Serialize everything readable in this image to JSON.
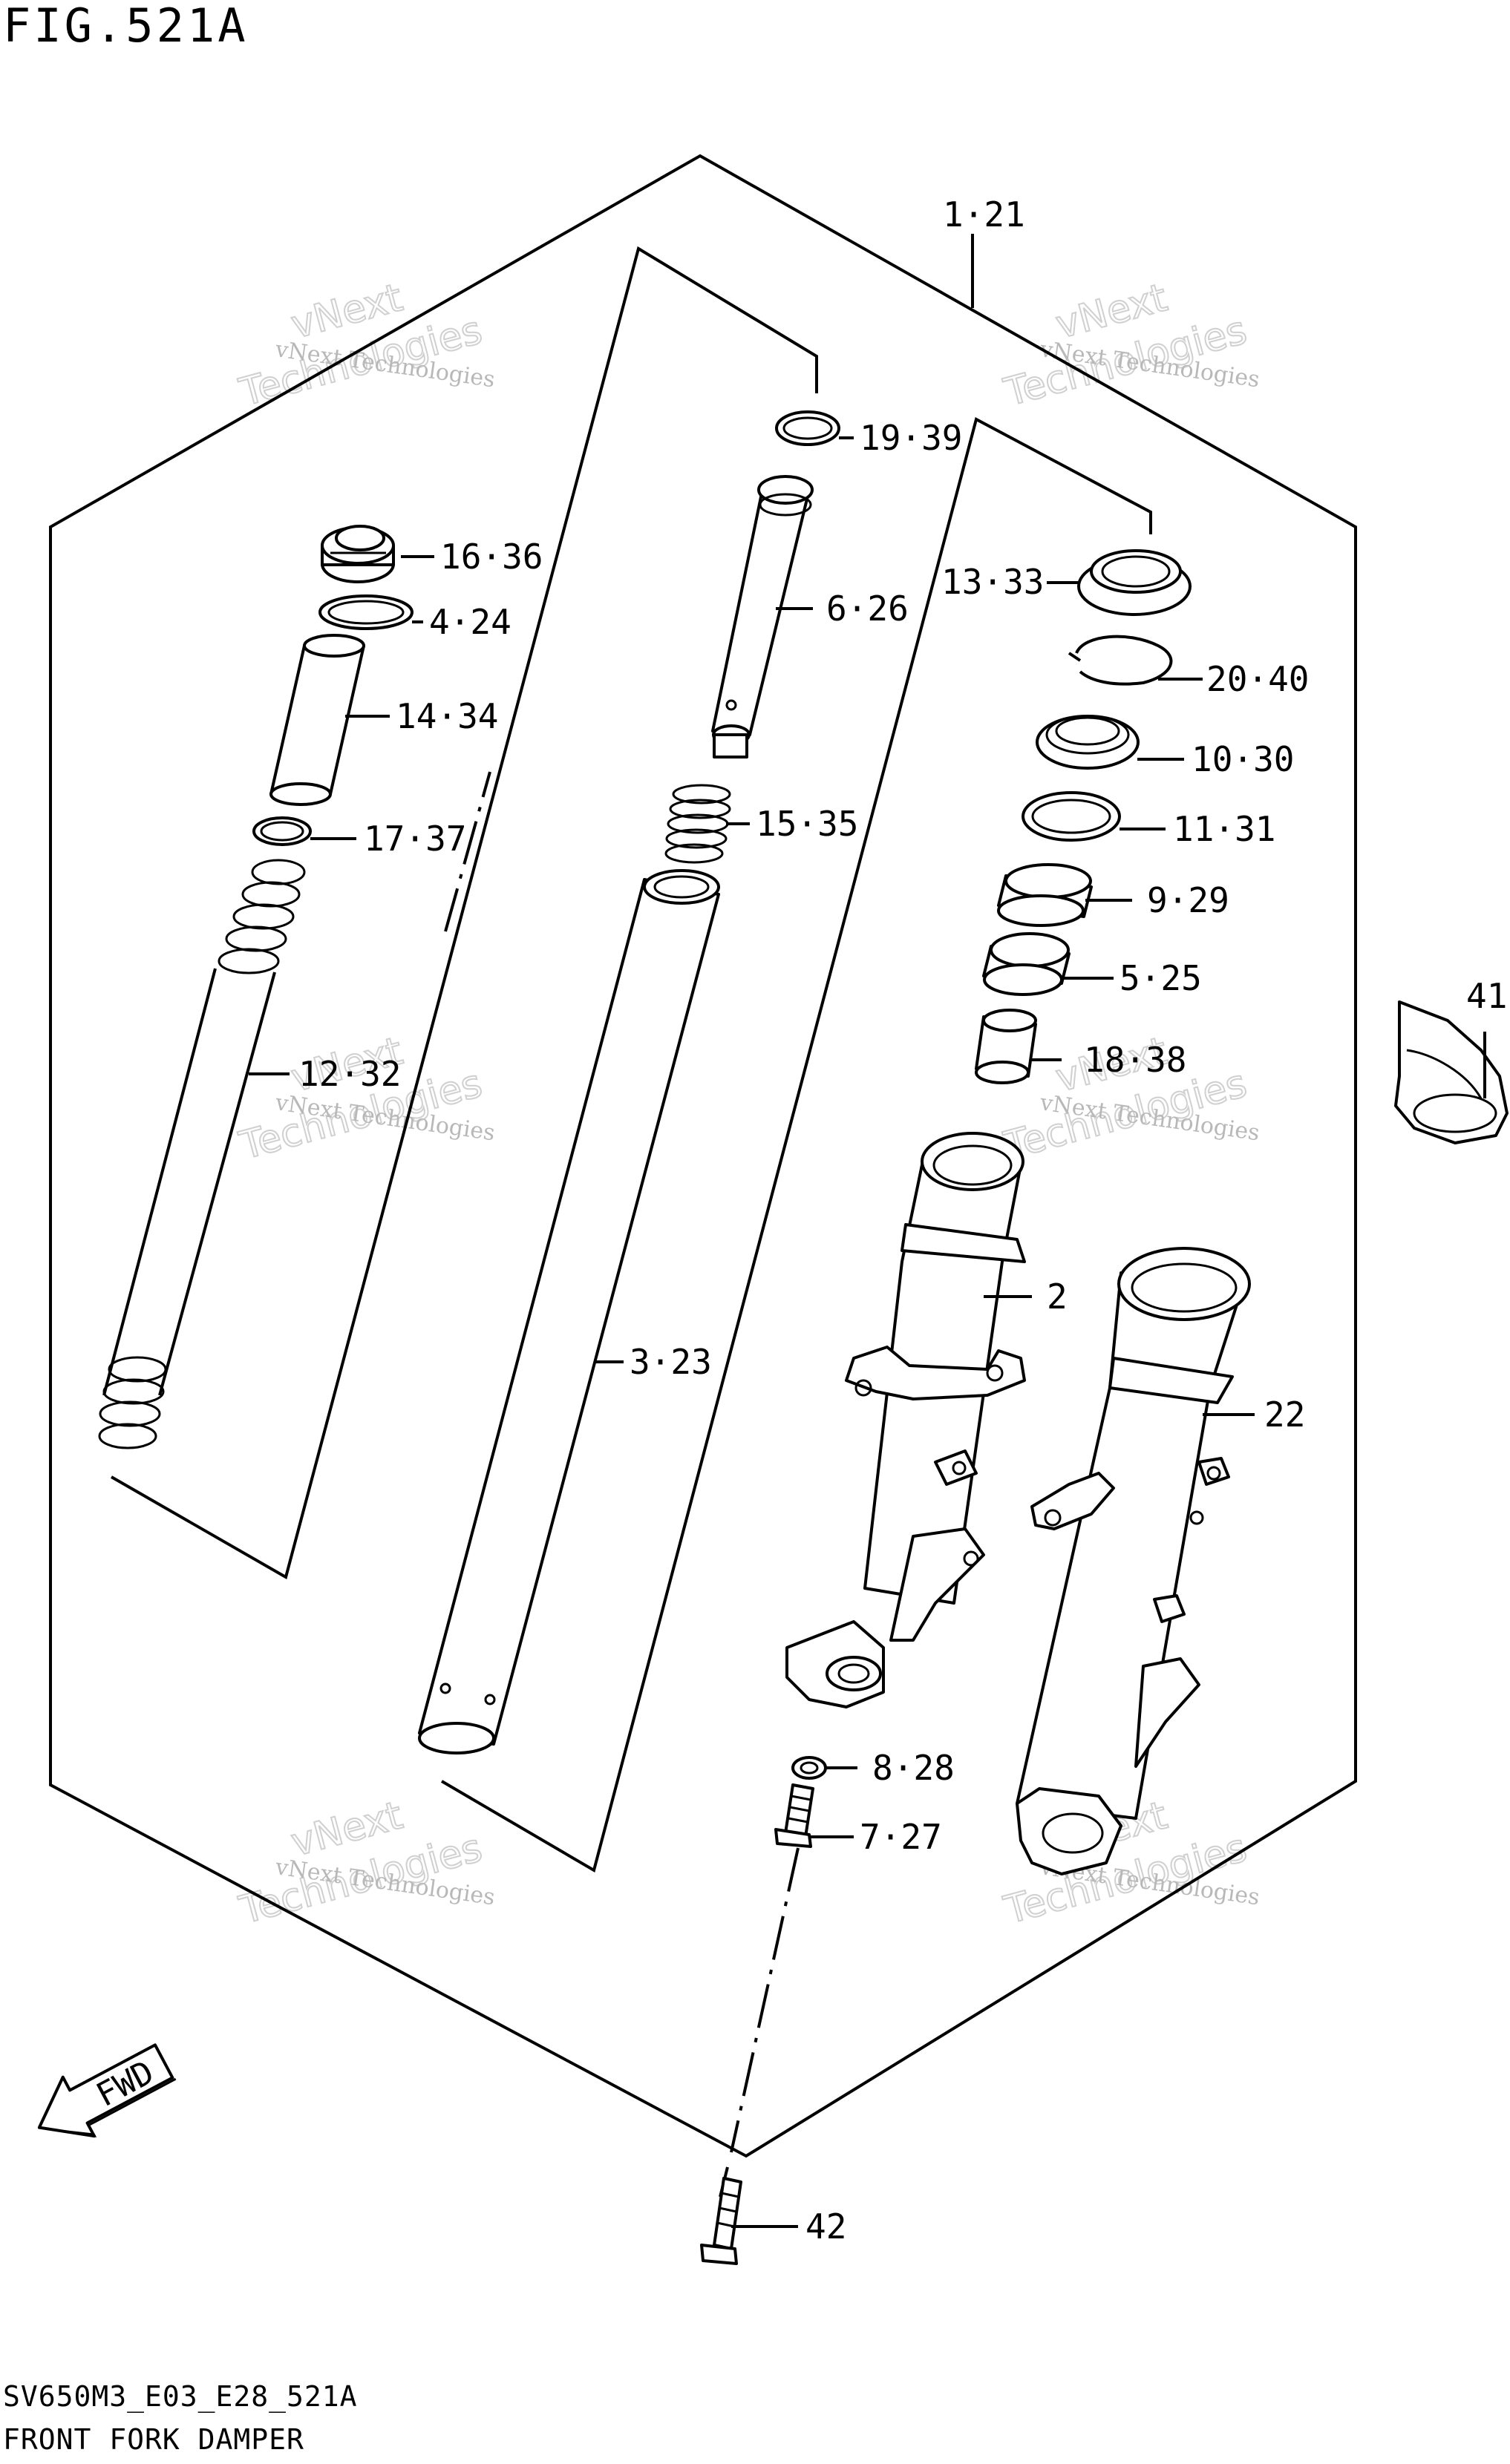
{
  "figure": {
    "title": "FIG.521A",
    "code": "SV650M3_E03_E28_521A",
    "caption": "FRONT FORK DAMPER"
  },
  "watermark": {
    "line1": "vNext Technologies",
    "line2": "vNext",
    "line3": "Technologies"
  },
  "fwd_label": "FWD",
  "callouts": [
    {
      "id": "c-1-21",
      "text": "1·21"
    },
    {
      "id": "c-19-39",
      "text": "19·39"
    },
    {
      "id": "c-16-36",
      "text": "16·36"
    },
    {
      "id": "c-4-24",
      "text": "4·24"
    },
    {
      "id": "c-6-26",
      "text": "6·26"
    },
    {
      "id": "c-13-33",
      "text": "13·33"
    },
    {
      "id": "c-20-40",
      "text": "20·40"
    },
    {
      "id": "c-14-34",
      "text": "14·34"
    },
    {
      "id": "c-10-30",
      "text": "10·30"
    },
    {
      "id": "c-11-31",
      "text": "11·31"
    },
    {
      "id": "c-15-35",
      "text": "15·35"
    },
    {
      "id": "c-17-37",
      "text": "17·37"
    },
    {
      "id": "c-9-29",
      "text": "9·29"
    },
    {
      "id": "c-5-25",
      "text": "5·25"
    },
    {
      "id": "c-41",
      "text": "41"
    },
    {
      "id": "c-18-38",
      "text": "18·38"
    },
    {
      "id": "c-12-32",
      "text": "12·32"
    },
    {
      "id": "c-2",
      "text": "2"
    },
    {
      "id": "c-3-23",
      "text": "3·23"
    },
    {
      "id": "c-22",
      "text": "22"
    },
    {
      "id": "c-8-28",
      "text": "8·28"
    },
    {
      "id": "c-7-27",
      "text": "7·27"
    },
    {
      "id": "c-42",
      "text": "42"
    }
  ]
}
